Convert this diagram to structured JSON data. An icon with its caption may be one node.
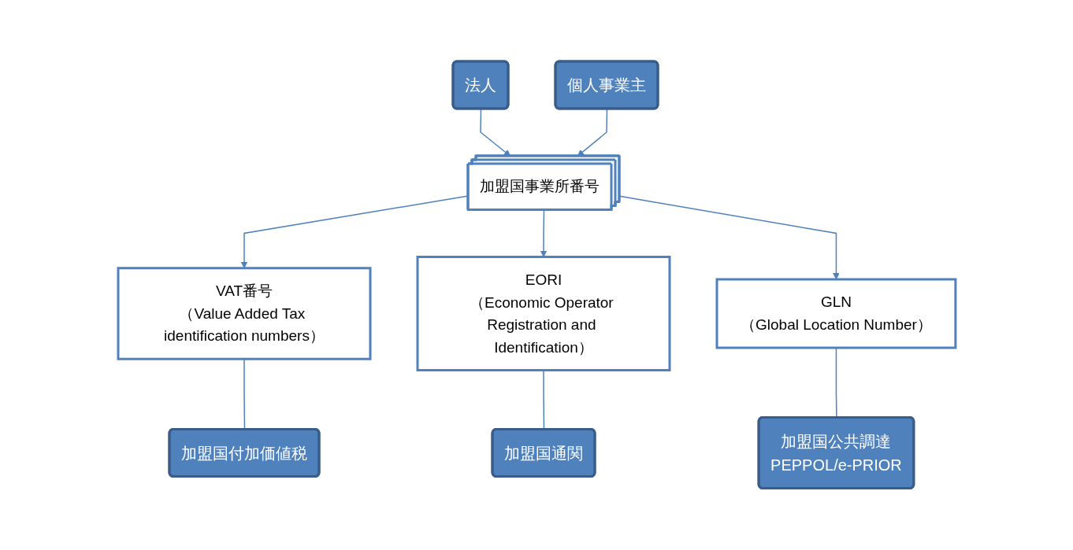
{
  "diagram": {
    "nodes": [
      {
        "text": [
          "法人"
        ]
      },
      {
        "text": [
          "個人事業主"
        ]
      },
      {
        "text": [
          "加盟国事業所番号"
        ]
      },
      {
        "text": [
          "VAT番号",
          "（Value Added Tax identification numbers）"
        ]
      },
      {
        "text": [
          "EORI",
          "（Economic Operator Registration and Identification）"
        ]
      },
      {
        "text": [
          "GLN",
          "（Global Location Number）"
        ]
      },
      {
        "text": [
          "加盟国付加価値税"
        ]
      },
      {
        "text": [
          "加盟国通関"
        ]
      },
      {
        "text": [
          "加盟国公共調達",
          "PEPPOL/e-PRIOR"
        ]
      }
    ],
    "edges": [
      {
        "from": 0,
        "to": 2,
        "arrow": "to"
      },
      {
        "from": 1,
        "to": 2,
        "arrow": "to"
      },
      {
        "from": 2,
        "to": 3,
        "arrow": "to"
      },
      {
        "from": 2,
        "to": 4,
        "arrow": "to"
      },
      {
        "from": 2,
        "to": 5,
        "arrow": "to"
      },
      {
        "from": 3,
        "to": 6,
        "arrow": "none"
      },
      {
        "from": 4,
        "to": 7,
        "arrow": "none"
      },
      {
        "from": 5,
        "to": 8,
        "arrow": "none"
      }
    ]
  }
}
